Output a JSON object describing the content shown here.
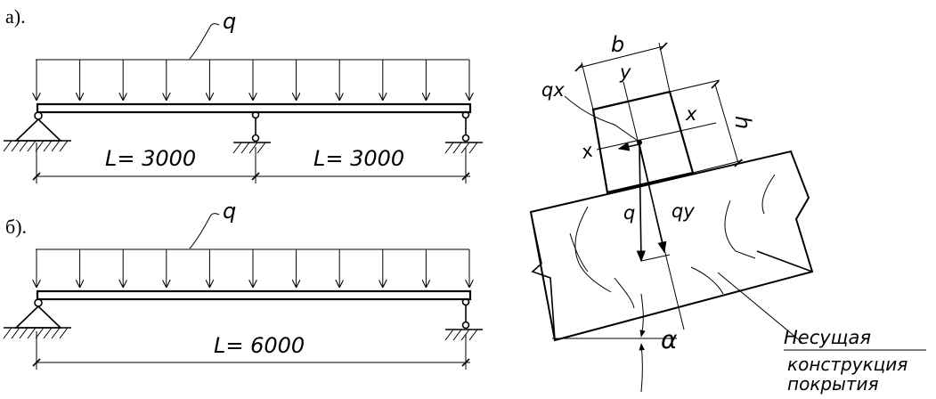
{
  "scheme_a": {
    "label": "а).",
    "load_label": "q",
    "span1_label": "L=  3000",
    "span2_label": "L=  3000"
  },
  "scheme_b": {
    "label": "б).",
    "load_label": "q",
    "span_label": "L= 6000"
  },
  "section": {
    "width_label": "b",
    "height_label": "h",
    "axis_y_label": "y",
    "axis_x_label_right": "x",
    "axis_x_label_left": "x",
    "qx_label": "qx",
    "q_label": "q",
    "qy_label": "qy",
    "angle_label": "α",
    "support_caption_lines": [
      "Несущая",
      "конструкция",
      "покрытия"
    ]
  }
}
